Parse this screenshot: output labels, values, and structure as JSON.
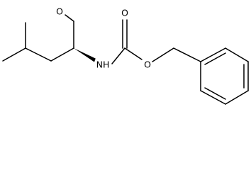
{
  "molecule": {
    "atoms": {
      "aldehyde_oxygen": "O",
      "carbamate_oxygen_double": "O",
      "amine_nh": "NH",
      "ester_oxygen": "O"
    }
  }
}
